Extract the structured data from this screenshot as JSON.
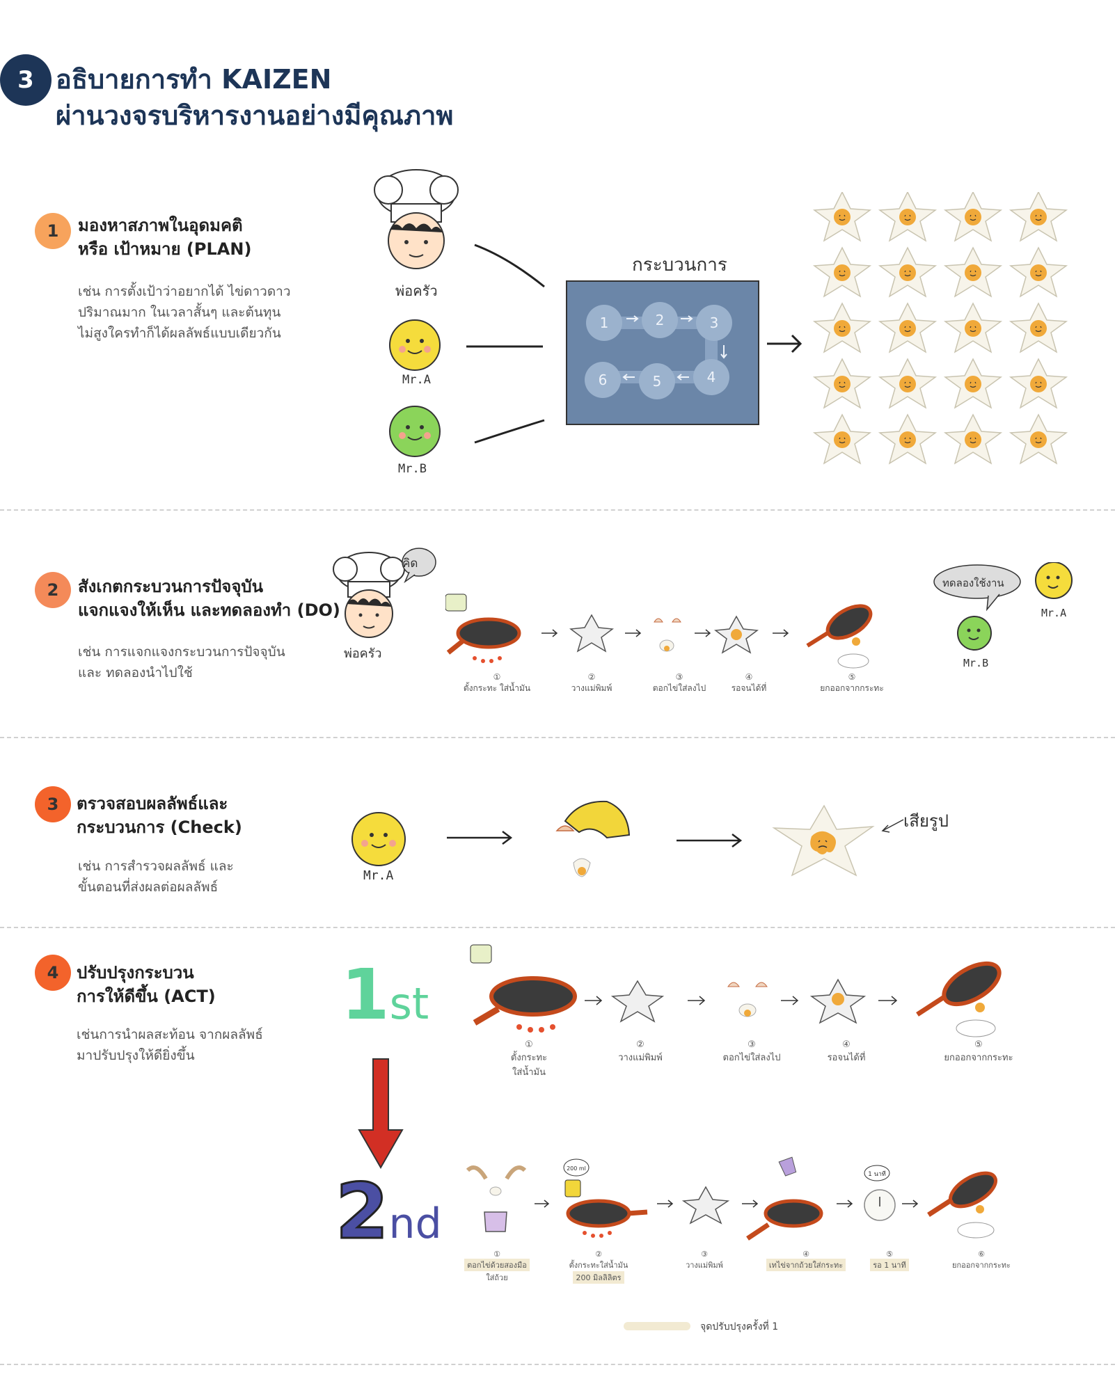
{
  "header": {
    "badge": "3",
    "title_line1": "อธิบายการทำ KAIZEN",
    "title_line2": "ผ่านวงจรบริหารงานอย่างมีคุณภาพ"
  },
  "colors": {
    "navy": "#1d3557",
    "step1": "#f7a35c",
    "step2": "#f48a59",
    "step3": "#f3632b",
    "step4": "#f3632b",
    "process_box": "#6b86a8",
    "egg_yolk": "#f0a93a",
    "mr_a": "#f5dc3c",
    "mr_b": "#8bd45a",
    "pan": "#c44a1c",
    "red_arrow": "#d22f24",
    "first_text": "#5fd39b",
    "second_text": "#4b4fa3",
    "highlight": "#f2ead2"
  },
  "section1": {
    "badge": "1",
    "title_line1": "มองหาสภาพในอุดมคติ",
    "title_line2": "หรือ เป้าหมาย (PLAN)",
    "desc_line1": "เช่น การตั้งเป้าว่าอยากได้ ไข่ดาวดาว",
    "desc_line2": "ปริมาณมาก ในเวลาสั้นๆ และต้นทุน",
    "desc_line3": "ไม่สูงใครทำก็ได้ผลลัพธ์แบบเดียวกัน",
    "chef_label": "พ่อครัว",
    "mr_a_label": "Mr.A",
    "mr_b_label": "Mr.B",
    "process_label": "กระบวนการ",
    "process_steps": [
      "1",
      "2",
      "3",
      "4",
      "5",
      "6"
    ]
  },
  "section2": {
    "badge": "2",
    "title_line1": "สังเกตกระบวนการปัจจุบัน",
    "title_line2": "แจกแจงให้เห็น และทดลองทำ (DO)",
    "desc_line1": "เช่น การแจกแจงกระบวนการปัจจุบัน",
    "desc_line2": "และ ทดลองนำไปใช้",
    "chef_label": "พ่อครัว",
    "think_bubble": "คิด",
    "try_bubble": "ทดลองใช้งาน",
    "mr_a_label": "Mr.A",
    "mr_b_label": "Mr.B",
    "steps": [
      {
        "num": "①",
        "label": "ตั้งกระทะ ใส่น้ำมัน"
      },
      {
        "num": "②",
        "label": "วางแม่พิมพ์"
      },
      {
        "num": "③",
        "label": "ตอกไข่ใส่ลงไป"
      },
      {
        "num": "④",
        "label": "รอจนได้ที่"
      },
      {
        "num": "⑤",
        "label": "ยกออกจากกระทะ"
      }
    ]
  },
  "section3": {
    "badge": "3",
    "title_line1": "ตรวจสอบผลลัพธ์และ",
    "title_line2": "กระบวนการ (Check)",
    "desc_line1": "เช่น การสำรวจผลลัพธ์ และ",
    "desc_line2": "ขั้นตอนที่ส่งผลต่อผลลัพธ์",
    "mr_a_label": "Mr.A",
    "deformed_label": "เสียรูป"
  },
  "section4": {
    "badge": "4",
    "title_line1": "ปรับปรุงกระบวน",
    "title_line2": "การให้ดีขึ้น (ACT)",
    "desc_line1": "เช่นการนำผลสะท้อน จากผลลัพธ์",
    "desc_line2": "มาปรับปรุงให้ดียิ่งขึ้น",
    "first_big": "1",
    "first_suffix": "st",
    "second_big": "2",
    "second_suffix": "nd",
    "first_steps": [
      {
        "num": "①",
        "label1": "ตั้งกระทะ",
        "label2": "ใส่น้ำมัน"
      },
      {
        "num": "②",
        "label1": "วางแม่พิมพ์",
        "label2": ""
      },
      {
        "num": "③",
        "label1": "ตอกไข่ใส่ลงไป",
        "label2": ""
      },
      {
        "num": "④",
        "label1": "รอจนได้ที่",
        "label2": ""
      },
      {
        "num": "⑤",
        "label1": "ยกออกจากกระทะ",
        "label2": ""
      }
    ],
    "second_steps": [
      {
        "num": "①",
        "label1": "ตอกไข่ด้วยสองมือ",
        "label2": "ใส่ถ้วย"
      },
      {
        "num": "②",
        "label1": "ตั้งกระทะใส่น้ำมัน",
        "label2": "200 มิลลิลิตร"
      },
      {
        "num": "③",
        "label1": "วางแม่พิมพ์",
        "label2": ""
      },
      {
        "num": "④",
        "label1": "เทไข่จากถ้วยใส่กระทะ",
        "label2": ""
      },
      {
        "num": "⑤",
        "label1": "รอ 1 นาที",
        "label2": ""
      },
      {
        "num": "⑥",
        "label1": "ยกออกจากกระทะ",
        "label2": ""
      }
    ],
    "oil_bubble": "200 ml",
    "timer_bubble": "1 นาที",
    "legend_text": "จุดปรับปรุงครั้งที่ 1"
  }
}
